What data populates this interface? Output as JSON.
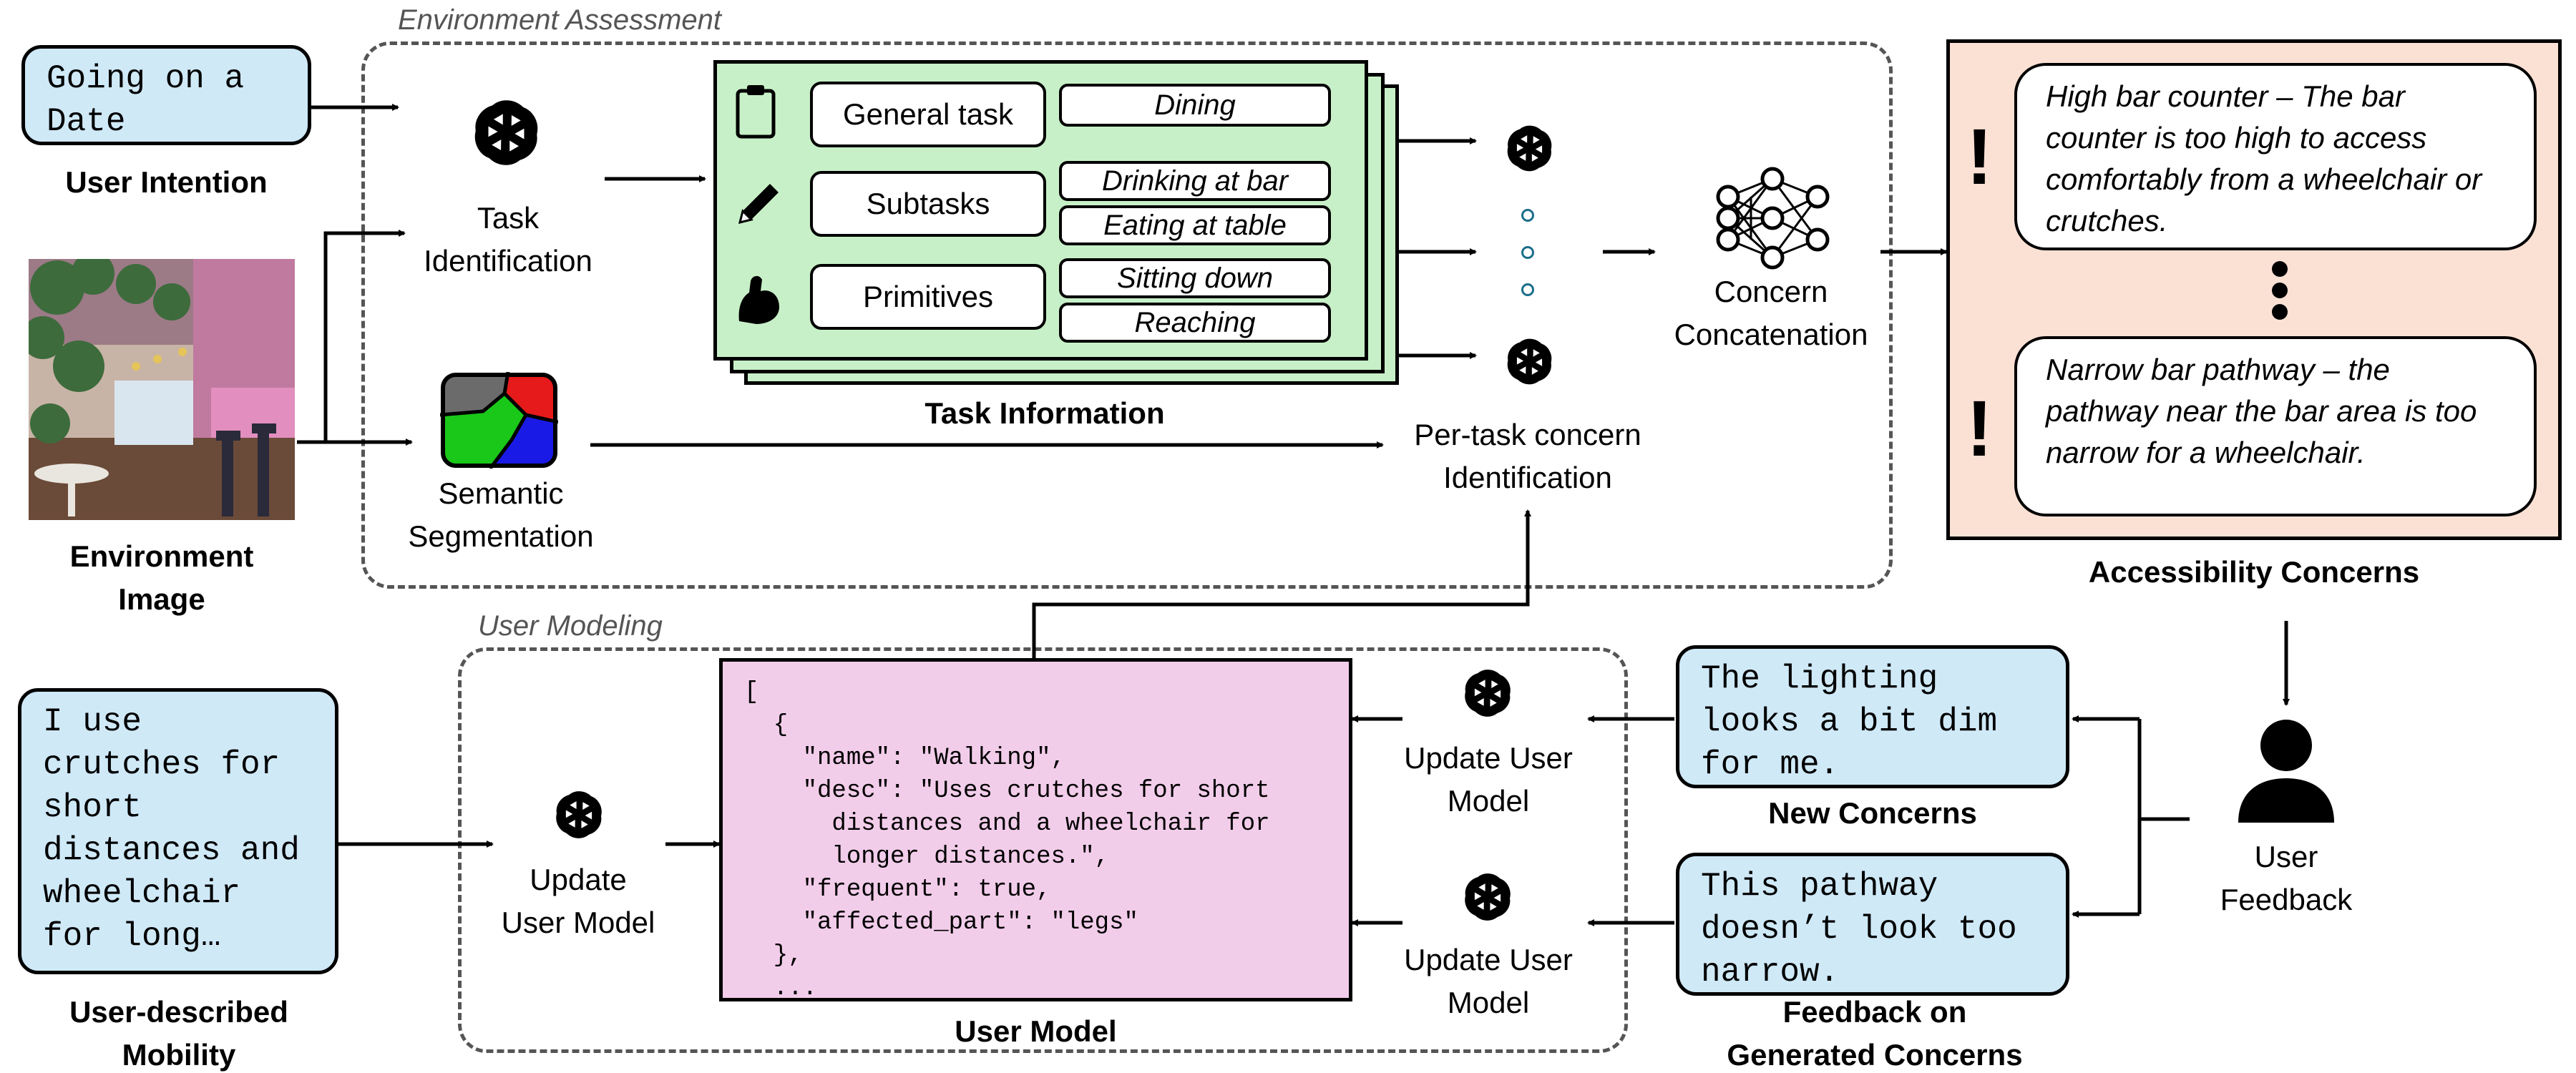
{
  "user_intention": {
    "input": "Going on a\nDate",
    "caption": "User Intention"
  },
  "environment_image": {
    "caption": "Environment\nImage"
  },
  "user_mobility": {
    "input": "I use\ncrutches for\nshort\ndistances and\nwheelchair\nfor long…",
    "caption": "User-described\nMobility"
  },
  "env_assessment": {
    "title": "Environment Assessment",
    "task_identification": "Task\nIdentification",
    "semantic_segmentation": "Semantic\nSegmentation",
    "task_info": {
      "caption": "Task Information",
      "general_task": {
        "label": "General task",
        "values": [
          "Dining"
        ]
      },
      "subtasks": {
        "label": "Subtasks",
        "values": [
          "Drinking at bar",
          "Eating at table"
        ]
      },
      "primitives": {
        "label": "Primitives",
        "values": [
          "Sitting down",
          "Reaching"
        ]
      }
    },
    "per_task": "Per-task concern\nIdentification",
    "concat": "Concern\nConcatenation"
  },
  "accessibility": {
    "caption": "Accessibility Concerns",
    "concerns": [
      "High bar counter – The bar counter is too high to access comfortably from a wheelchair or crutches.",
      "Narrow bar pathway – the pathway near the bar area is too narrow for a wheelchair."
    ]
  },
  "user_modeling": {
    "title": "User Modeling",
    "update_left": "Update\nUser Model",
    "user_model_caption": "User Model",
    "user_model_json": "[\n  {\n    \"name\": \"Walking\",\n    \"desc\": \"Uses crutches for short\n      distances and a wheelchair for\n      longer distances.\",\n    \"frequent\": true,\n    \"affected_part\": \"legs\"\n  },\n  ...",
    "update_top": "Update User\nModel",
    "update_bottom": "Update User\nModel"
  },
  "feedback": {
    "new_concerns_text": "The lighting\nlooks a bit dim\nfor me.",
    "new_concerns_caption": "New Concerns",
    "generated_text": "This pathway\ndoesn’t look too\nnarrow.",
    "generated_caption": "Feedback on\nGenerated Concerns",
    "user_feedback": "User\nFeedback"
  },
  "colors": {
    "blue_input": "#cfe9f7",
    "green_card": "#c8f0c8",
    "peach": "#fbe1d4",
    "pink": "#f2cdea",
    "dashed": "#555555"
  }
}
